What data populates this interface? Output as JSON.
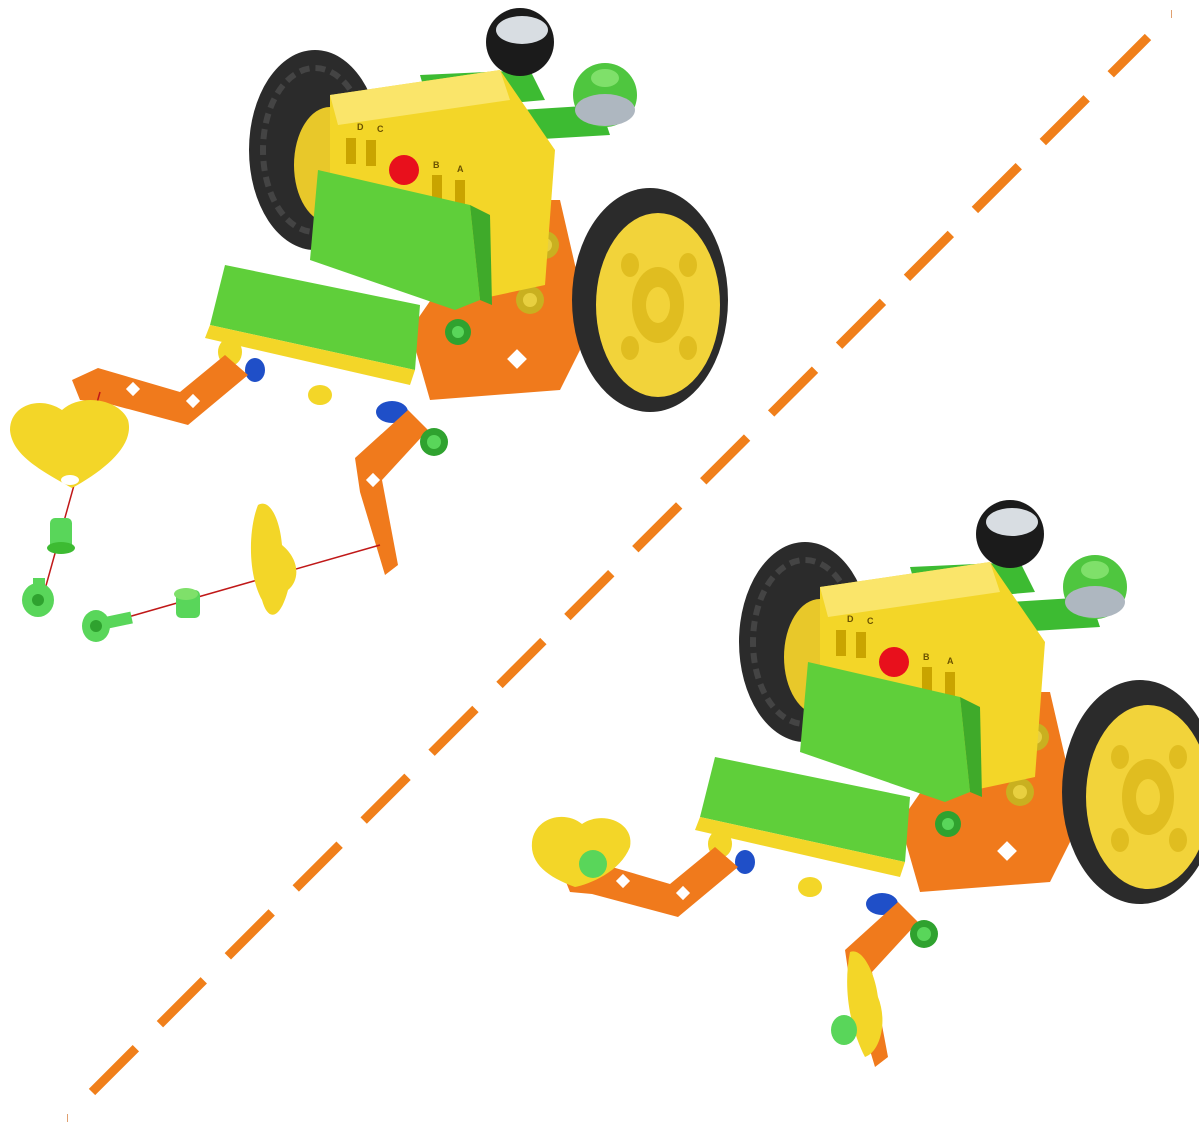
{
  "port_labels": [
    "D",
    "C",
    "B",
    "A"
  ],
  "colors": {
    "divider": "#f07f1a",
    "body_yellow": "#f3d628",
    "battery_green": "#5fcf3a",
    "bracket_orange": "#f07a1c",
    "tire_black": "#2b2b2b",
    "hub_yellow": "#f2d33a",
    "button_red": "#e8101c",
    "axle_blue": "#1f4fc8",
    "bolt_green": "#59d65a",
    "assembly_line": "#c01818"
  },
  "icons": [
    "robot-car-exploded-view",
    "robot-car-assembled-view",
    "dashed-divider-line"
  ]
}
